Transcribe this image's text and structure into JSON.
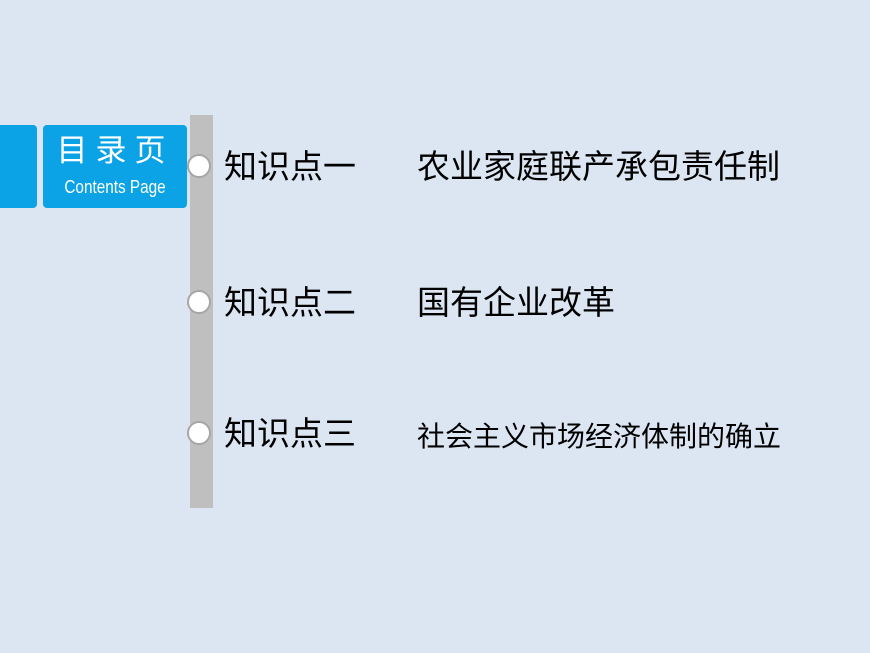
{
  "header": {
    "title_cn": "目录页",
    "title_en": "Contents Page"
  },
  "items": [
    {
      "label": "知识点一",
      "title": "农业家庭联产承包责任制"
    },
    {
      "label": "知识点二",
      "title": "国有企业改革"
    },
    {
      "label": "知识点三",
      "title": "社会主义市场经济体制的确立"
    }
  ],
  "colors": {
    "background": "#dce6f2",
    "accent": "#0ba3e6",
    "timeline": "#bfbfbf"
  }
}
